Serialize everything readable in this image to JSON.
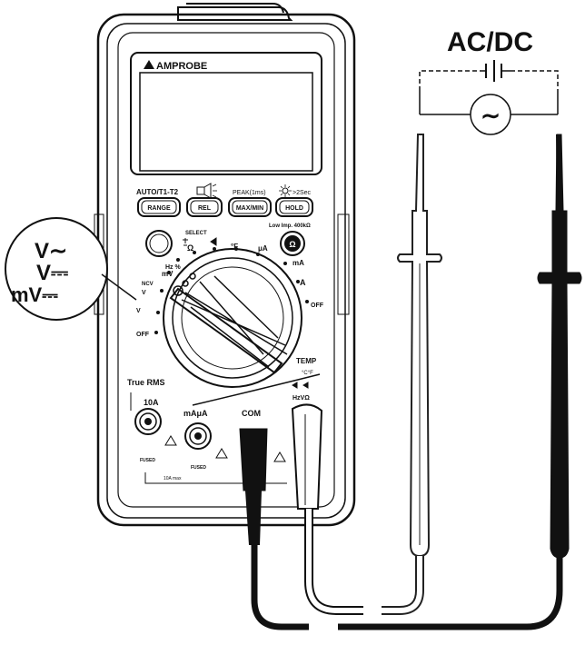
{
  "brand": "AMPROBE",
  "buttons_top_labels": {
    "auto_t1t2": "AUTO/T1-T2",
    "peak": "PEAK(1ms)",
    "backlight_timer": ">2Sec"
  },
  "buttons": [
    {
      "label": "RANGE"
    },
    {
      "label": "REL"
    },
    {
      "label": "MAX/MIN"
    },
    {
      "label": "HOLD"
    }
  ],
  "select_label": "SELECT",
  "low_imp_label": "Low Imp. 400kΩ",
  "dial_labels": {
    "hz": "Hz %",
    "mv": "mV",
    "ncv": "NCV",
    "v_ac": "V",
    "v_dc": "V",
    "off_left": "OFF",
    "off_right": "OFF",
    "omega": "Ω",
    "temp_deg": "°F",
    "ua": "μA",
    "ma": "mA",
    "a": "A",
    "temp": "TEMP",
    "temp_unit": "°C°F"
  },
  "true_rms": "True RMS",
  "jacks": [
    {
      "label": "10A",
      "sub": "FUSED"
    },
    {
      "label": "mAμA",
      "sub": "FUSED"
    },
    {
      "label": "COM",
      "sub": ""
    },
    {
      "label": "HzVΩ",
      "sub": ""
    }
  ],
  "bottom_small": "10A max",
  "callout": {
    "line1": "V∼",
    "line2": "V⎓",
    "line3": "mV⎓"
  },
  "acdc_title": "AC/DC",
  "ac_symbol": "∼",
  "colors": {
    "outline": "#111111",
    "black_probe": "#111111",
    "red_probe_outline": "#222222",
    "background": "#ffffff"
  }
}
